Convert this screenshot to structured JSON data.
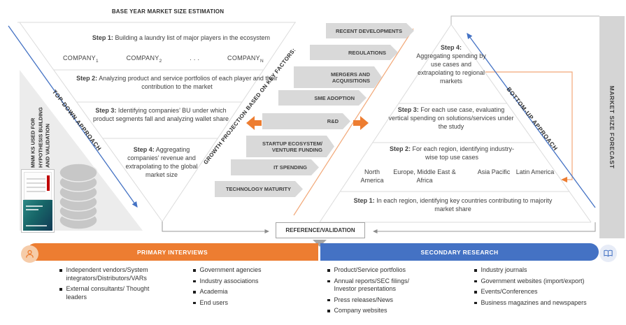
{
  "title": "BASE YEAR MARKET SIZE ESTIMATION",
  "left": {
    "side_note_lines": [
      "MNM KS USED FOR",
      "HYPOTHESIS BUILDING",
      "AND VALIDATION"
    ],
    "approach": "TOP-DOWN APPROACH",
    "step1_label": "Step 1:",
    "step1": "Building a laundry list of major players in the ecosystem",
    "companies": {
      "c1_base": "COMPANY",
      "c1_sub": "1",
      "c2_base": "COMPANY",
      "c2_sub": "2",
      "dots": ". . .",
      "cn_base": "COMPANY",
      "cn_sub": "N"
    },
    "step2_label": "Step 2:",
    "step2": "Analyzing product and service portfolios of each player and their contribution to the market",
    "step3_label": "Step 3:",
    "step3": "Identifying companies’ BU under which product segments fall and analyzing wallet share",
    "step4_label": "Step 4:",
    "step4": "Aggregating companies’ revenue and extrapolating to the global market size"
  },
  "factors": {
    "axis_label": "GROWTH PROJECTION BASED ON KEY FACTORS:",
    "items": [
      "RECENT DEVELOPMENTS",
      "REGULATIONS",
      "MERGERS AND ACQUISITIONS",
      "SME ADOPTION",
      "R&D",
      "STARTUP ECOSYSTEM/ VENTURE FUNDING",
      "IT SPENDING",
      "TECHNOLOGY MATURITY"
    ]
  },
  "right": {
    "approach": "BOTTOM-UP APPROACH",
    "step4_label": "Step 4:",
    "step4": "Aggregating spending by use cases and extrapolating to regional markets",
    "step3_label": "Step 3:",
    "step3": "For each use case, evaluating vertical spending on solutions/services under the study",
    "step2_label": "Step 2:",
    "step2": "For each region, identifying industry-wise top use cases",
    "regions": [
      "North America",
      "Europe, Middle East & Africa",
      "Asia Pacific",
      "Latin America"
    ],
    "step1_label": "Step 1:",
    "step1": "In each region, identifying key countries contributing to majority market share"
  },
  "forecast_bar_label": "MARKET SIZE FORECAST",
  "reference_label": "REFERENCE/VALIDATION",
  "primary": {
    "title": "PRIMARY INTERVIEWS",
    "col1": [
      "Independent vendors/System integrators/Distributors/VARs",
      "External consultants/ Thought leaders"
    ],
    "col2": [
      "Government agencies",
      "Industry associations",
      "Academia",
      "End users"
    ]
  },
  "secondary": {
    "title": "SECONDARY RESEARCH",
    "col1": [
      "Product/Service portfolios",
      "Annual reports/SEC filings/ Investor presentations",
      "Press releases/News",
      "Company websites"
    ],
    "col2": [
      "Industry journals",
      "Government websites (import/export)",
      "Events/Conferences",
      "Business magazines and newspapers"
    ]
  },
  "colors": {
    "orange": "#ED7D31",
    "blue": "#4472C4",
    "light_orange_line": "#F2A878",
    "shape_gray": "#D9D9D9"
  }
}
